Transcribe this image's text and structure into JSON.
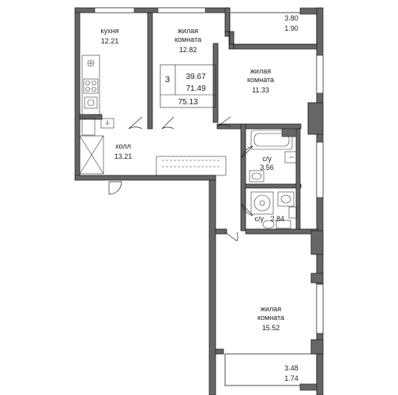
{
  "plan": {
    "rooms_count": "3",
    "area_living": "39.67",
    "area_total_no_balcony": "71.49",
    "area_total": "75.13",
    "rooms": [
      {
        "key": "kitchen",
        "name": "кухня",
        "area": "12.21"
      },
      {
        "key": "room1",
        "name1": "жилая",
        "name2": "комната",
        "area": "12.82"
      },
      {
        "key": "room2",
        "name1": "жилая",
        "name2": "комната",
        "area": "11.33"
      },
      {
        "key": "room3",
        "name1": "жилая",
        "name2": "комната",
        "area": "15.52"
      },
      {
        "key": "hall",
        "name": "холл",
        "area": "13.21"
      },
      {
        "key": "bath1",
        "name": "с/у",
        "area": "3.56"
      },
      {
        "key": "bath2",
        "name": "с/у",
        "area": "2.84"
      }
    ],
    "balconies": [
      {
        "area_full": "3.80",
        "area_reduced": "1.90"
      },
      {
        "area_full": "3.48",
        "area_reduced": "1.74"
      }
    ]
  },
  "colors": {
    "wall": "#666666",
    "line": "#222222",
    "fixture": "#333333"
  }
}
